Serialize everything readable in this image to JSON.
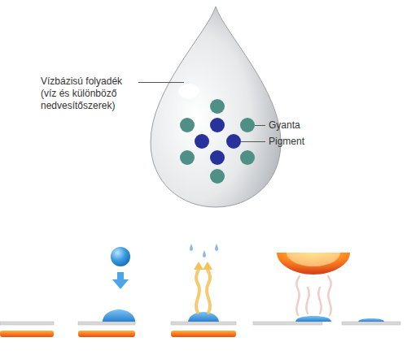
{
  "diagram": {
    "labels": [
      "Vízbázisú folyadék (víz és különböző nedvesítőszerek)",
      "Gyanta",
      "Pigment"
    ]
  }
}
